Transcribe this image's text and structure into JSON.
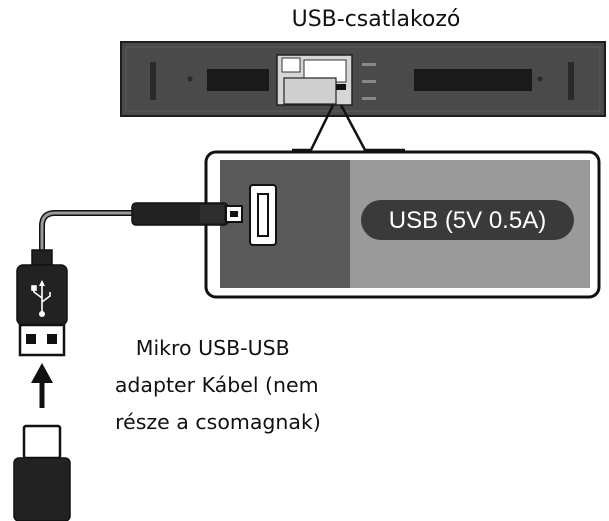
{
  "title": "USB-csatlakozó",
  "port_badge": "USB (5V 0.5A)",
  "cable_caption": {
    "lines": [
      "Mikro USB-USB",
      "adapter Kábel (nem",
      "része a csomagnak)"
    ]
  },
  "colors": {
    "device_body": "#4a4a4a",
    "panel_dark": "#5a5a5a",
    "panel_light": "#9a9a9a",
    "badge": "#3a3a3a",
    "outline": "#111111"
  },
  "icons": [
    "usb-icon",
    "arrow-up-icon"
  ]
}
